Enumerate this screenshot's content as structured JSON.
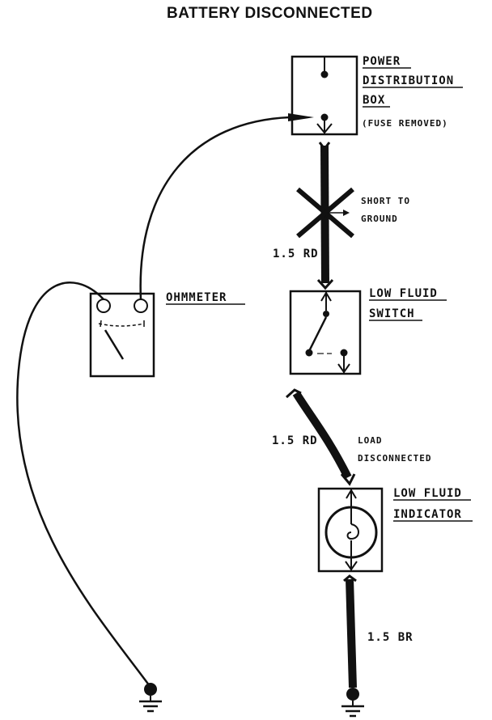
{
  "title": "BATTERY DISCONNECTED",
  "components": {
    "power_distribution_box": {
      "line1": "POWER",
      "line2": "DISTRIBUTION",
      "line3": "BOX",
      "note": "(FUSE REMOVED)"
    },
    "ohmmeter": {
      "label": "OHMMETER"
    },
    "low_fluid_switch": {
      "line1": "LOW FLUID",
      "line2": "SWITCH"
    },
    "low_fluid_indicator": {
      "line1": "LOW FLUID",
      "line2": "INDICATOR"
    }
  },
  "annotations": {
    "short": {
      "line1": "SHORT TO",
      "line2": "GROUND"
    },
    "load": {
      "line1": "LOAD",
      "line2": "DISCONNECTED"
    }
  },
  "wires": {
    "wire_top": "1.5 RD",
    "wire_middle": "1.5 RD",
    "wire_bottom": "1.5 BR"
  },
  "colors": {
    "ink": "#111111",
    "background": "#ffffff"
  }
}
